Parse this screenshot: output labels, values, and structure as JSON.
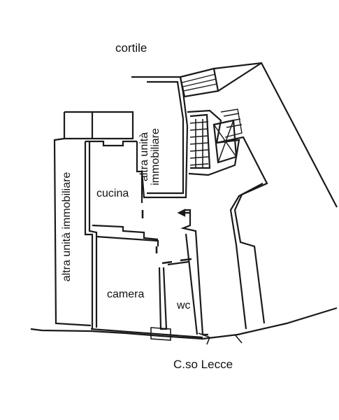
{
  "labels": {
    "cortile": "cortile",
    "street": "C.so  Lecce",
    "cucina": "cucina",
    "camera": "camera",
    "wc": "wc",
    "altra_unita_left": "altra unità  immobiliare",
    "altra_unita_right_line1": "altra unità",
    "altra_unita_right_line2": "immobiliare"
  },
  "colors": {
    "wall": "#1a1a1a",
    "background": "#ffffff",
    "text": "#111111"
  }
}
